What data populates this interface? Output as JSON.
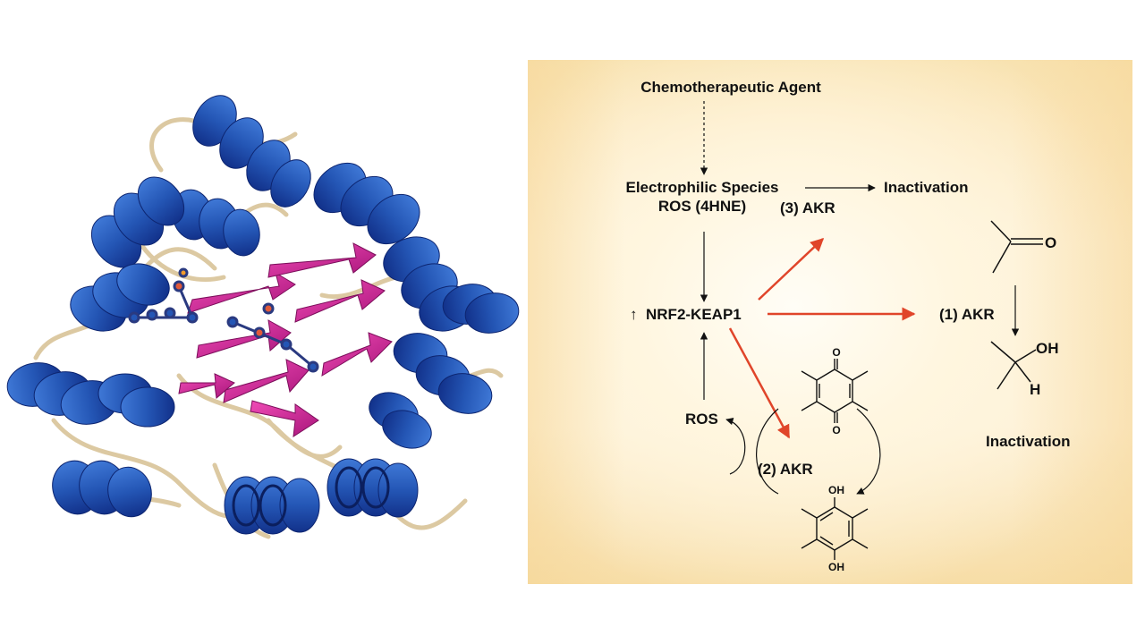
{
  "scheme": {
    "agent": "Chemotherapeutic Agent",
    "electrophilic": "Electrophilic Species",
    "ros_4hne": "ROS (4HNE)",
    "inactivation_top": "Inactivation",
    "akr3": "(3) AKR",
    "nrf2": "NRF2-KEAP1",
    "up_arrow": "↑",
    "akr1": "(1) AKR",
    "ros": "ROS",
    "akr2": "(2) AKR",
    "inactivation_bottom": "Inactivation",
    "ketone_o": "O",
    "alcohol_oh": "OH",
    "alcohol_h": "H",
    "quinone_o_top": "O",
    "quinone_o_bottom": "O",
    "hydroquinone_oh_top": "OH",
    "hydroquinone_oh_bottom": "OH"
  },
  "colors": {
    "helix": "#2456b5",
    "helix_dark": "#12318a",
    "sheet": "#d6259a",
    "loop": "#dcc9a2",
    "red_arrow": "#e0452a",
    "panel": "#fcecc8"
  }
}
